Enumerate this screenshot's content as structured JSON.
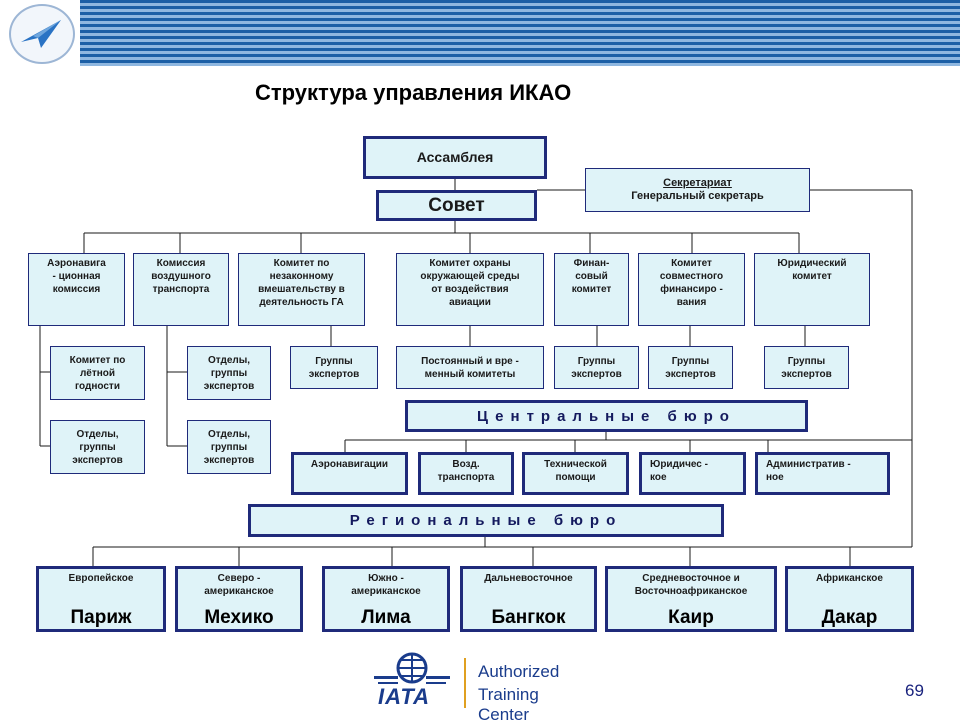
{
  "title": "Структура управления ИКАО",
  "assembly": "Ассамблея",
  "council": "Совет",
  "secretariat": {
    "line1": "Секретариат",
    "line2": "Генеральный секретарь"
  },
  "committees": [
    {
      "lines": [
        "Аэронавига",
        "- ционная",
        "комиссия"
      ]
    },
    {
      "lines": [
        "Комиссия",
        "воздушного",
        "транспорта"
      ]
    },
    {
      "lines": [
        "Комитет по",
        "незаконному",
        "вмешательству в",
        "деятельность ГА"
      ]
    },
    {
      "lines": [
        "Комитет охраны",
        "окружающей среды",
        "от воздействия",
        "авиации"
      ]
    },
    {
      "lines": [
        "Финан-",
        "совый",
        "комитет"
      ]
    },
    {
      "lines": [
        "Комитет",
        "совместного",
        "финансиро -",
        "вания"
      ]
    },
    {
      "lines": [
        "Юридический",
        "комитет"
      ]
    }
  ],
  "subgroups": [
    {
      "lines": [
        "Комитет по",
        "лётной",
        "годности"
      ]
    },
    {
      "lines": [
        "Отделы,",
        "группы",
        "экспертов"
      ]
    },
    {
      "lines": [
        "Отделы,",
        "группы",
        "экспертов"
      ]
    },
    {
      "lines": [
        "Отделы,",
        "группы",
        "экспертов"
      ]
    },
    {
      "lines": [
        "Группы",
        "экспертов"
      ]
    },
    {
      "lines": [
        "Постоянный и вре -",
        "менный комитеты"
      ]
    },
    {
      "lines": [
        "Группы",
        "экспертов"
      ]
    },
    {
      "lines": [
        "Группы",
        "экспертов"
      ]
    },
    {
      "lines": [
        "Группы",
        "экспертов"
      ]
    }
  ],
  "central_bureau": "Центральные бюро",
  "central_units": [
    {
      "lines": [
        "Аэронавигации"
      ]
    },
    {
      "lines": [
        "Возд.",
        "транспорта"
      ]
    },
    {
      "lines": [
        "Технической",
        "помощи"
      ]
    },
    {
      "lines": [
        "Юридичес -",
        "кое"
      ]
    },
    {
      "lines": [
        "Административ -",
        "ное"
      ]
    }
  ],
  "regional_bureau": "Региональные бюро",
  "regions": [
    {
      "lines": [
        "Европейское"
      ],
      "city": "Париж"
    },
    {
      "lines": [
        "Северо -",
        "американское"
      ],
      "city": "Мехико"
    },
    {
      "lines": [
        "Южно -",
        "американское"
      ],
      "city": "Лима"
    },
    {
      "lines": [
        "Дальневосточное"
      ],
      "city": "Бангкок"
    },
    {
      "lines": [
        "Средневосточное и",
        "Восточноафриканское"
      ],
      "city": "Каир"
    },
    {
      "lines": [
        "Африканское"
      ],
      "city": "Дакар"
    }
  ],
  "footer": {
    "iata": "IATA",
    "line1": "Authorized",
    "line2": "Training Center",
    "page": "69"
  }
}
